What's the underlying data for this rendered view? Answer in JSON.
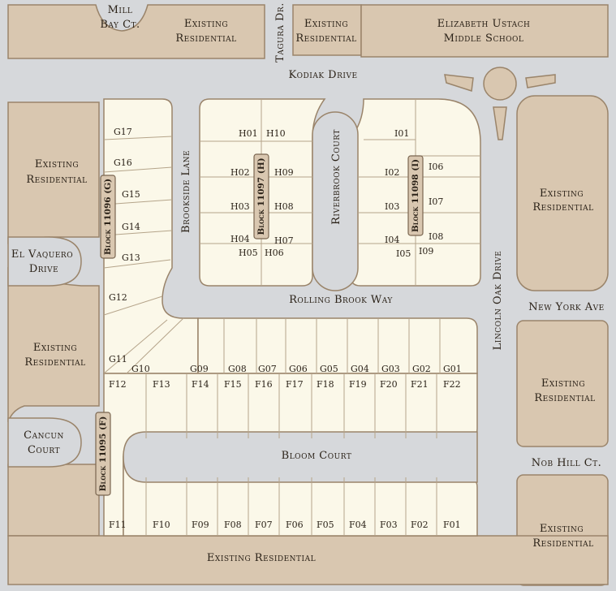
{
  "colors": {
    "road": "#d6d8db",
    "parcel": "#d9c7b0",
    "lot": "#fbf8e9",
    "line": "#9a846a",
    "text": "#2b2218"
  },
  "streets": {
    "mill_bay_1": "Mill",
    "mill_bay_2": "Bay Ct.",
    "tagura": "Tagura Dr.",
    "kodiak": "Kodiak Drive",
    "brookside": "Brookside Lane",
    "riverbrook": "Riverbrook Court",
    "rolling_brook": "Rolling Brook Way",
    "lincoln_oak": "Lincoln Oak Drive",
    "new_york": "New York Ave",
    "bloom": "Bloom Court",
    "nob_hill": "Nob Hill Ct.",
    "el_vaquero_1": "El Vaquero",
    "el_vaquero_2": "Drive",
    "cancun_1": "Cancun",
    "cancun_2": "Court"
  },
  "areas": {
    "existing_1": "Existing",
    "existing_2": "Residential",
    "existing_bottom": "Existing Residential",
    "school_1": "Elizabeth Ustach",
    "school_2": "Middle School"
  },
  "blocks": {
    "g": "Block 11096 (G)",
    "h": "Block 11097 (H)",
    "i": "Block 11098 (I)",
    "f": "Block 11095 (F)"
  },
  "lots": {
    "g": [
      "G17",
      "G16",
      "G15",
      "G14",
      "G13",
      "G12",
      "G11",
      "G10",
      "G09",
      "G08",
      "G07",
      "G06",
      "G05",
      "G04",
      "G03",
      "G02",
      "G01"
    ],
    "h": [
      "H01",
      "H10",
      "H02",
      "H09",
      "H03",
      "H08",
      "H04",
      "H07",
      "H05",
      "H06"
    ],
    "i": [
      "I01",
      "I06",
      "I02",
      "I07",
      "I03",
      "I08",
      "I04",
      "I05",
      "I09"
    ],
    "f_top": [
      "F12",
      "F13",
      "F14",
      "F15",
      "F16",
      "F17",
      "F18",
      "F19",
      "F20",
      "F21",
      "F22"
    ],
    "f_bottom": [
      "F11",
      "F10",
      "F09",
      "F08",
      "F07",
      "F06",
      "F05",
      "F04",
      "F03",
      "F02",
      "F01"
    ]
  }
}
